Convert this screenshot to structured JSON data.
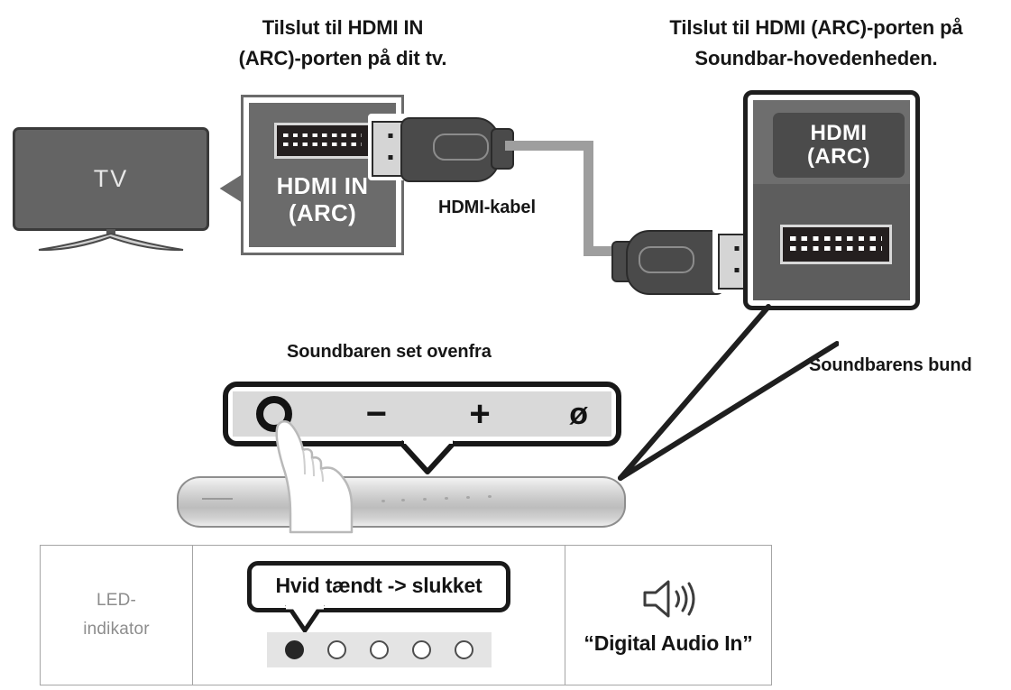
{
  "headings": {
    "left": "Tilslut til HDMI IN\n(ARC)-porten på dit tv.",
    "left_line1": "Tilslut til HDMI IN",
    "left_line2": "(ARC)-porten på dit tv.",
    "right_line1": "Tilslut til HDMI (ARC)-porten på",
    "right_line2": "Soundbar-hovedenheden."
  },
  "tv": {
    "label": "TV"
  },
  "left_panel": {
    "caption_line1": "HDMI IN",
    "caption_line2": "(ARC)",
    "port_icon": "hdmi-female-port-icon"
  },
  "cable": {
    "label": "HDMI-kabel",
    "plug_icon": "hdmi-male-plug-icon"
  },
  "right_panel": {
    "chip_line1": "HDMI",
    "chip_line2": "(ARC)",
    "port_icon": "hdmi-female-port-icon",
    "caption": "Soundbarens bund"
  },
  "soundbar": {
    "top_view_label": "Soundbaren set ovenfra",
    "controls": [
      {
        "name": "power-button",
        "glyph": ""
      },
      {
        "name": "volume-down-button",
        "glyph": "−"
      },
      {
        "name": "volume-up-button",
        "glyph": "+"
      },
      {
        "name": "mute-button",
        "glyph": "ø"
      }
    ],
    "hand_icon": "pointing-hand-icon"
  },
  "led_table": {
    "row_label": "LED-\nindikator",
    "row_label_line1": "LED-",
    "row_label_line2": "indikator",
    "bubble_text": "Hvid tændt -> slukket",
    "leds": [
      {
        "state": "on"
      },
      {
        "state": "off"
      },
      {
        "state": "off"
      },
      {
        "state": "off"
      },
      {
        "state": "off"
      }
    ],
    "audio_icon": "speaker-sound-icon",
    "audio_label": "“Digital Audio In”"
  },
  "colors": {
    "tv_screen": "#646464",
    "panel_gray": "#6b6b6b",
    "panel_right_upper": "#6e6e6e",
    "panel_right_lower": "#5d5d5d",
    "chip_gray": "#4b4b4b",
    "port_black": "#241f1f",
    "cable_gray": "#9e9e9e",
    "plug_body": "#4a4a4a",
    "ink": "#1a1a1a",
    "led_strip_bg": "#e4e4e4",
    "table_border": "#a5a5a5",
    "muted_text": "#8d8d8d"
  }
}
